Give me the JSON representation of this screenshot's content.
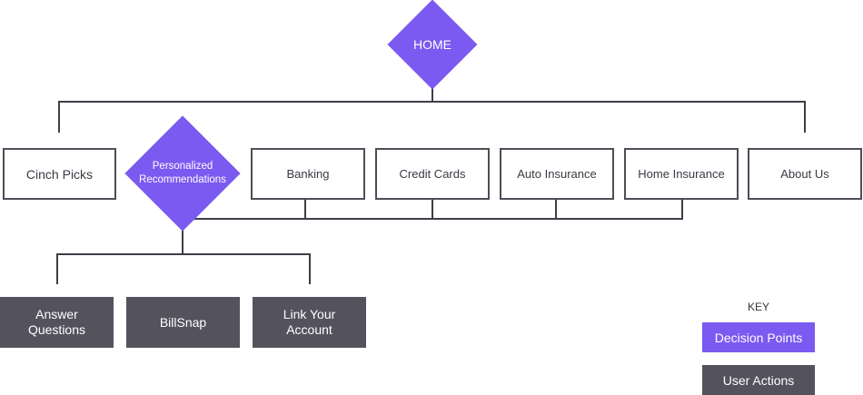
{
  "colors": {
    "decision": "#7a5af0",
    "action": "#54525c",
    "line": "#3f3d47",
    "box_border": "#4f4d57"
  },
  "home": {
    "label": "HOME"
  },
  "top_level": [
    {
      "label": "Cinch Picks"
    },
    {
      "label": "Personalized Recommendations"
    },
    {
      "label": "Banking"
    },
    {
      "label": "Credit Cards"
    },
    {
      "label": "Auto Insurance"
    },
    {
      "label": "Home Insurance"
    },
    {
      "label": "About Us"
    }
  ],
  "user_actions": [
    {
      "label": "Answer Questions"
    },
    {
      "label": "BillSnap"
    },
    {
      "label": "Link Your Account"
    }
  ],
  "key": {
    "title": "KEY",
    "decision_label": "Decision Points",
    "action_label": "User Actions"
  }
}
